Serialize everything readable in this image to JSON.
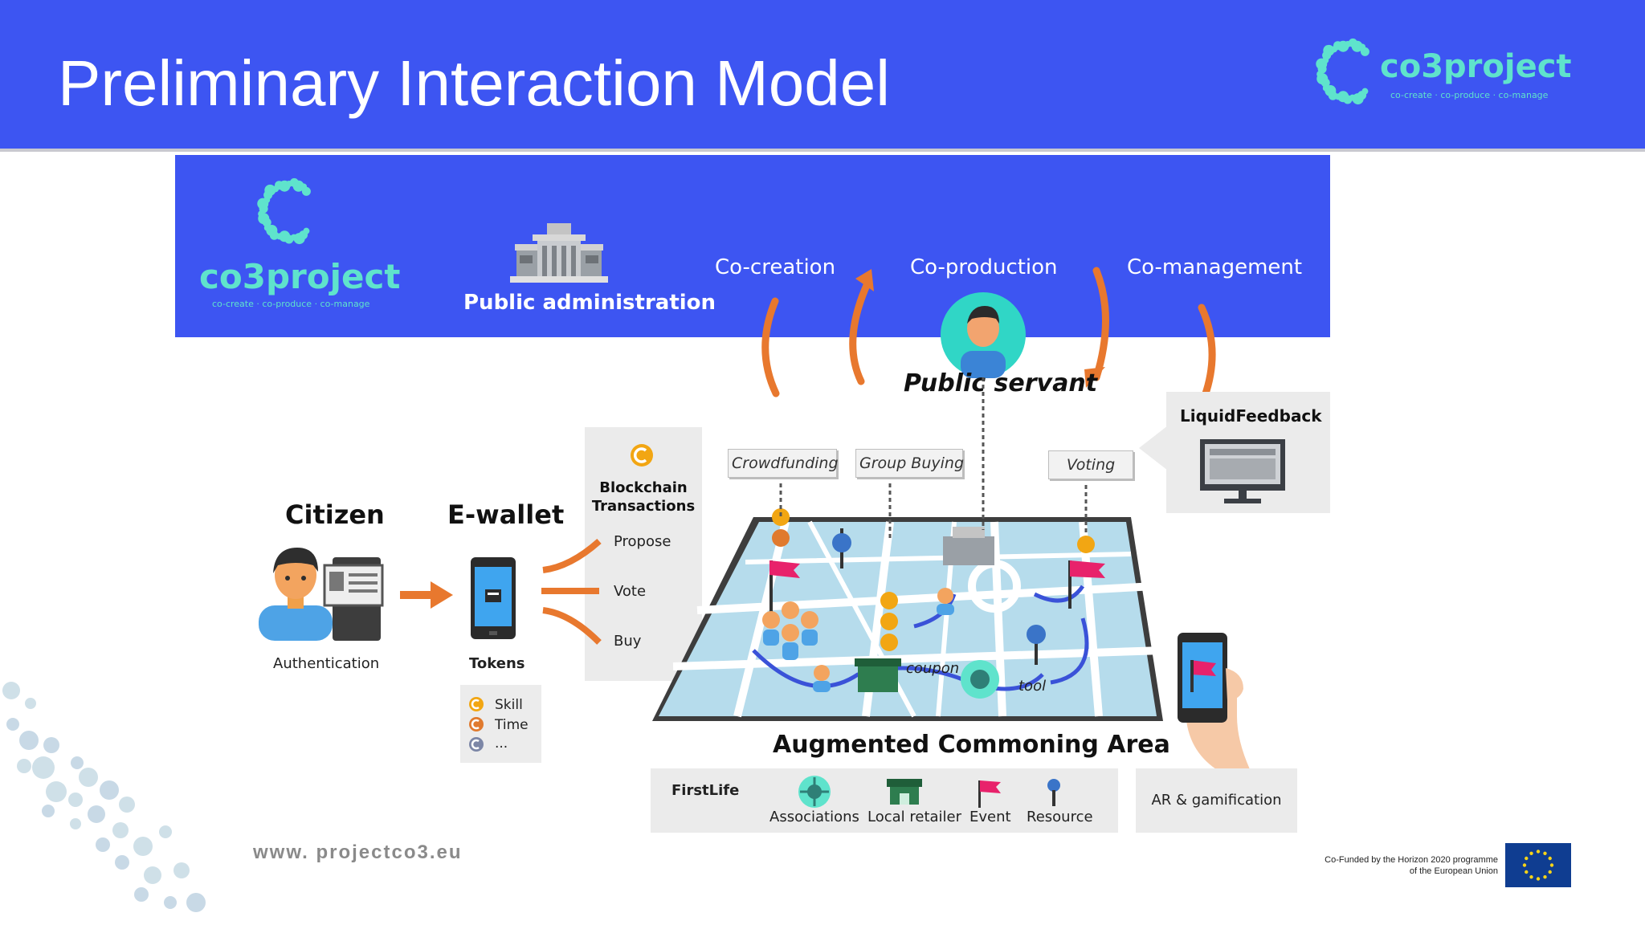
{
  "slide": {
    "title": "Preliminary Interaction Model"
  },
  "header_logo": {
    "name": "co3project",
    "tagline": "co-create · co-produce · co-manage"
  },
  "band": {
    "logo": {
      "name": "co3project",
      "tagline": "co-create · co-produce · co-manage"
    },
    "public_admin_label": "Public administration",
    "co_labels": [
      "Co-creation",
      "Co-production",
      "Co-management"
    ]
  },
  "public_servant": "Public servant",
  "liquid_feedback": "LiquidFeedback",
  "citizen": {
    "title": "Citizen",
    "caption": "Authentication"
  },
  "ewallet": {
    "title": "E-wallet",
    "caption": "Tokens"
  },
  "tokens_legend": [
    "Skill",
    "Time",
    "..."
  ],
  "blockchain": {
    "title": "Blockchain\nTransactions",
    "actions": [
      "Propose",
      "Vote",
      "Buy"
    ]
  },
  "tags": {
    "crowdfunding": "Crowdfunding",
    "group_buying": "Group Buying",
    "voting": "Voting"
  },
  "map_labels": {
    "coupon": "coupon",
    "tool": "tool"
  },
  "area_title": "Augmented Commoning Area",
  "firstlife": {
    "label": "FirstLife",
    "items": [
      "Associations",
      "Local retailer",
      "Event",
      "Resource"
    ]
  },
  "ar_gamification": "AR & gamification",
  "footer": {
    "url": "www. projectco3.eu",
    "eu_note": "Co-Funded by the Horizon 2020 programme of the European Union"
  },
  "colors": {
    "brand_blue": "#3d55f2",
    "teal": "#5fe3cc",
    "orange": "#e8782e",
    "token": "#f2a613",
    "map": "#b6dcec",
    "route": "#3a52d8"
  }
}
